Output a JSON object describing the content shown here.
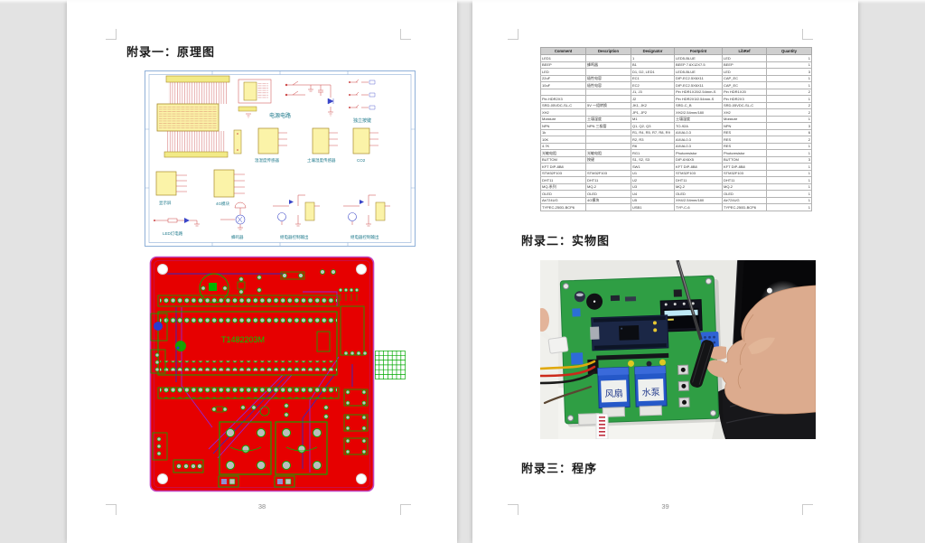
{
  "left_page": {
    "page_number": "38",
    "heading": "附录一：原理图",
    "schematic": {
      "labels": {
        "power": "电源电路",
        "keys": "独立按键",
        "temp_humidity": "温湿度传感器",
        "soil": "土壤湿度传感器",
        "co2": "CO2",
        "display": "显示屏",
        "module_4g": "4G模块",
        "led": "LED灯电路",
        "buzzer": "蜂鸣器",
        "relay_out": "继电器控制输出"
      }
    },
    "pcb": {
      "silkscreen": "T1482203M",
      "board_color": "#e60000",
      "silk_color": "#00b400",
      "trace_blue": "#2a2ad0",
      "trace_purple": "#8a2be2",
      "outline_color": "#c044c0"
    }
  },
  "right_page": {
    "page_number": "39",
    "heading_appendix2": "附录二：实物图",
    "heading_appendix3": "附录三：程序",
    "bom": {
      "headers": [
        "Comment",
        "Description",
        "Designator",
        "Footprint",
        "LibRef",
        "Quantity"
      ],
      "rows": [
        [
          "LED1",
          "",
          "1",
          "LED5-BLUE",
          "LED",
          "1"
        ],
        [
          "BEEP",
          "蜂鸣器",
          "B1",
          "BEEP 7.6X12X7.5",
          "BEEP",
          "1"
        ],
        [
          "LED",
          "",
          "D1, D2, LED1",
          "LED5-BLUE",
          "LED",
          "3"
        ],
        [
          "22uF",
          "极性电容",
          "EC1",
          "DIP-EC2.5X6X11",
          "CAP_EC",
          "1"
        ],
        [
          "10uF",
          "极性电容",
          "EC2",
          "DIP-EC2.5X6X11",
          "CAP_EC",
          "1"
        ],
        [
          "",
          "",
          "J1, J3",
          "Pin HDR1X20/2.54mm-S",
          "Pin HDR1X20",
          "2"
        ],
        [
          "Pin HDR2X3",
          "",
          "J2",
          "Pin HDR2X3/2.54mm-S",
          "Pin HDR2X3",
          "1"
        ],
        [
          "SRD-05VDC-SL-C",
          "5V 一组转换",
          "JK1, JK2",
          "SRD-C_B",
          "SRD-05VDC-SL-C",
          "2"
        ],
        [
          "XH2",
          "",
          "JP1, JP2",
          "XH2/2.54mm/180",
          "XH2",
          "2"
        ],
        [
          "Moisture",
          "土壤湿度",
          "M1",
          "土壤湿度",
          "Moisture",
          "1"
        ],
        [
          "NPN",
          "NPN 三极管",
          "Q1, Q2, Q3",
          "TO-92A",
          "NPN",
          "3"
        ],
        [
          "1k",
          "",
          "R1, R4, R5, R7, R8, R9",
          "AXIAL0.3",
          "RES",
          "6"
        ],
        [
          "10K",
          "",
          "R2, R3",
          "AXIAL0.3",
          "RES",
          "2"
        ],
        [
          "4.7K",
          "",
          "R6",
          "AXIAL0.3",
          "RES",
          "1"
        ],
        [
          "光敏电阻",
          "光敏电阻",
          "RG1",
          "Photoresistor",
          "Photoresistor",
          "1"
        ],
        [
          "BUTTOM",
          "按键",
          "S1, S2, S3",
          "DIP-6X6X5",
          "BUTTOM",
          "3"
        ],
        [
          "KFT DIP-8B8",
          "",
          "SW1",
          "KFT DIP-8B8",
          "KFT DIP-8B8",
          "1"
        ],
        [
          "STM32F103",
          "STM32F103",
          "U1",
          "STM32F103",
          "STM32F103",
          "1"
        ],
        [
          "DHT11",
          "DHT11",
          "U2",
          "DHT11",
          "DHT11",
          "1"
        ],
        [
          "MQ-系列",
          "MQ-2",
          "U3",
          "MQ-2",
          "MQ-2",
          "1"
        ],
        [
          "OLED",
          "OLED",
          "U4",
          "OLED",
          "OLED",
          "1"
        ],
        [
          "Air724UG",
          "4G模块",
          "U5",
          "XH4/2.54mm/180",
          "Air724UG",
          "1"
        ],
        [
          "TYPEC-250D-BCP6",
          "",
          "USB1",
          "TYP-C-6",
          "TYPEC-250D-BCP6",
          "1"
        ]
      ]
    },
    "photo": {
      "relay_label_fan": "风扇",
      "relay_label_pump": "水泵"
    }
  }
}
